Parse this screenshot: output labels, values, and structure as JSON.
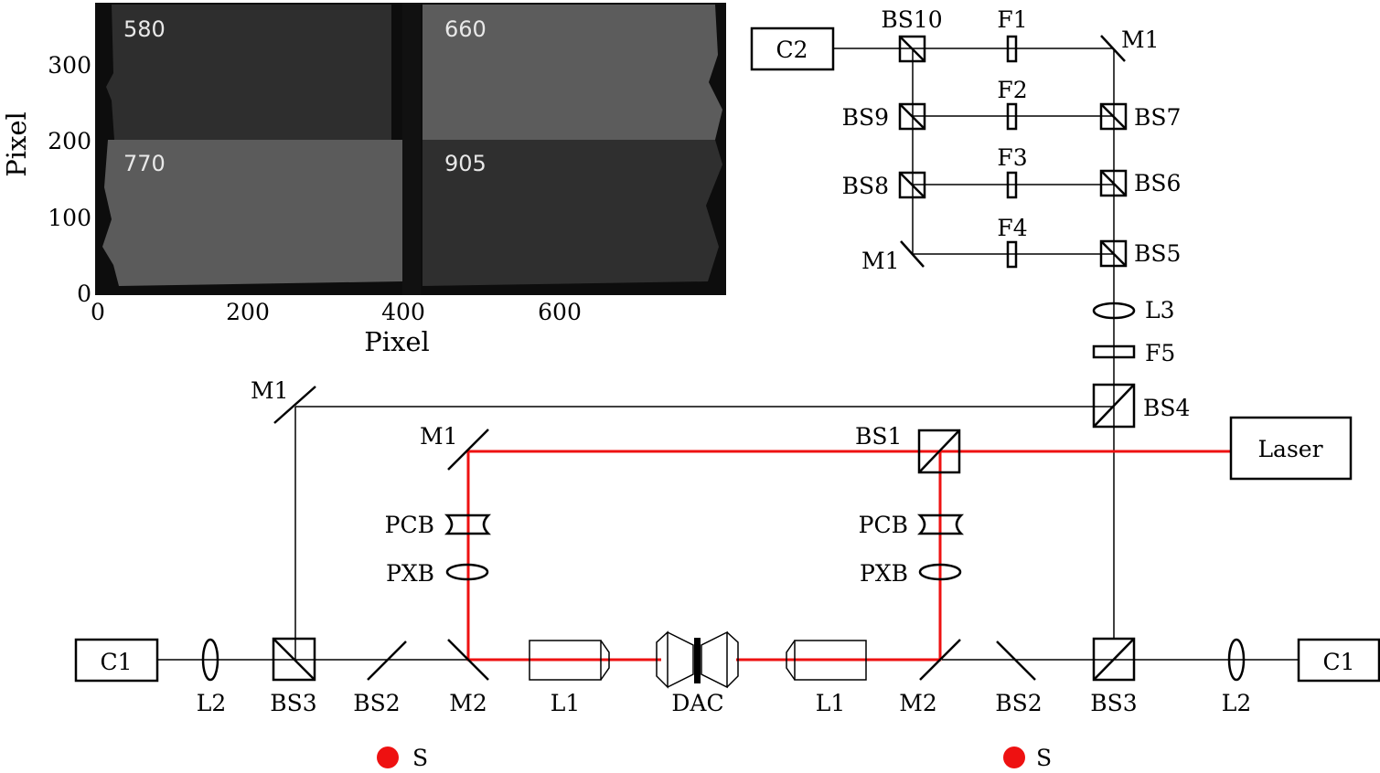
{
  "inset": {
    "xlabel": "Pixel",
    "ylabel": "Pixel",
    "xticks": [
      "0",
      "200",
      "400",
      "600"
    ],
    "yticks": [
      "0",
      "100",
      "200",
      "300"
    ],
    "panels": [
      {
        "label": "580",
        "color": "#2e2e2e"
      },
      {
        "label": "660",
        "color": "#5a5a5a"
      },
      {
        "label": "770",
        "color": "#595959"
      },
      {
        "label": "905",
        "color": "#2f2f2f"
      }
    ]
  },
  "components": {
    "c2": "C2",
    "bs10": "BS10",
    "f1": "F1",
    "m1_top": "M1",
    "f2": "F2",
    "bs9": "BS9",
    "bs7": "BS7",
    "f3": "F3",
    "bs8": "BS8",
    "bs6": "BS6",
    "f4": "F4",
    "m1_mid": "M1",
    "bs5": "BS5",
    "l3": "L3",
    "f5": "F5",
    "bs4": "BS4",
    "m1_left": "M1",
    "m1_inner": "M1",
    "bs1": "BS1",
    "laser": "Laser",
    "pcb_left": "PCB",
    "pxb_left": "PXB",
    "pcb_right": "PCB",
    "pxb_right": "PXB",
    "c1_left": "C1",
    "l2_left": "L2",
    "bs3_left": "BS3",
    "bs2_left": "BS2",
    "m2_left": "M2",
    "l1_left": "L1",
    "dac": "DAC",
    "l1_right": "L1",
    "m2_right": "M2",
    "bs2_right": "BS2",
    "bs3_right": "BS3",
    "l2_right": "L2",
    "c1_right": "C1",
    "s_left": "S",
    "s_right": "S"
  },
  "colors": {
    "beam": "#ee1111",
    "source": "#ee1111"
  }
}
